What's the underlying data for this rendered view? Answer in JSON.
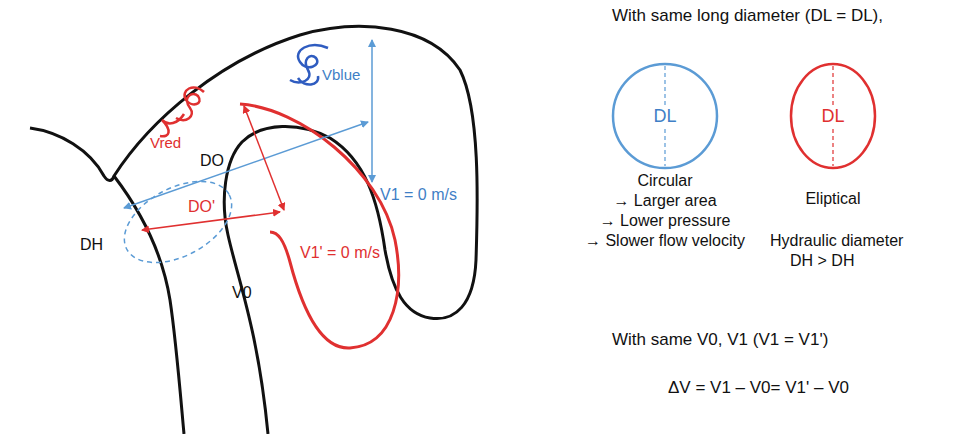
{
  "diagram": {
    "nodes": [
      {
        "text": [
          "DL",
          "Circular",
          "→ Larger area",
          "→ Lower pressure",
          "→ Slower flow velocity"
        ]
      },
      {
        "text": [
          "DL",
          "Eliptical"
        ]
      }
    ],
    "labels": [
      "With same long diameter (DL = DL),",
      "Hydraulic diameter",
      "DH > DH",
      "With same V0, V1 (V1 = V1')",
      "ΔV = V1 – V0= V1' – V0",
      "Vblue",
      "Vred",
      "DO",
      "DO'",
      "DH",
      "V1 = 0 m/s",
      "V1' = 0 m/s",
      "V0"
    ]
  }
}
